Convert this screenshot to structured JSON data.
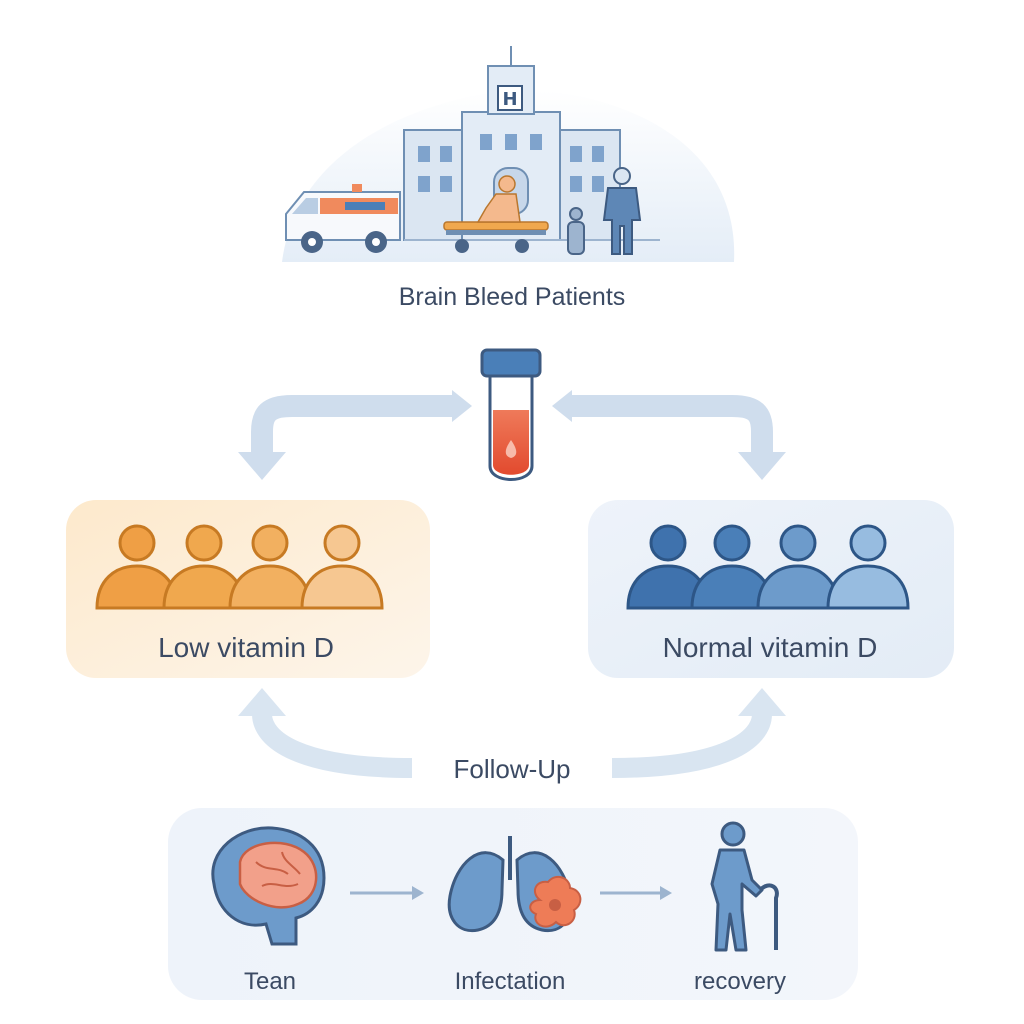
{
  "diagram": {
    "top": {
      "title": "Brain Bleed Patients"
    },
    "groups": [
      {
        "label": "Low vitamin D",
        "color": "#f0a84e"
      },
      {
        "label": "Normal vitamin D",
        "color": "#4a7fb8"
      }
    ],
    "followup": {
      "label": "Follow-Up"
    },
    "stages": [
      {
        "label": "Tean",
        "icon": "brain-icon"
      },
      {
        "label": "Infectation",
        "icon": "lungs-icon"
      },
      {
        "label": "recovery",
        "icon": "walking-person-icon"
      }
    ],
    "colors": {
      "low_group": "#f0a84e",
      "normal_group": "#4a7fb8",
      "blood": "#e8573c",
      "arrow": "#c9d9ea",
      "panel_low_bg": "#fdf0dc",
      "panel_normal_bg": "#e9f0f8"
    }
  }
}
